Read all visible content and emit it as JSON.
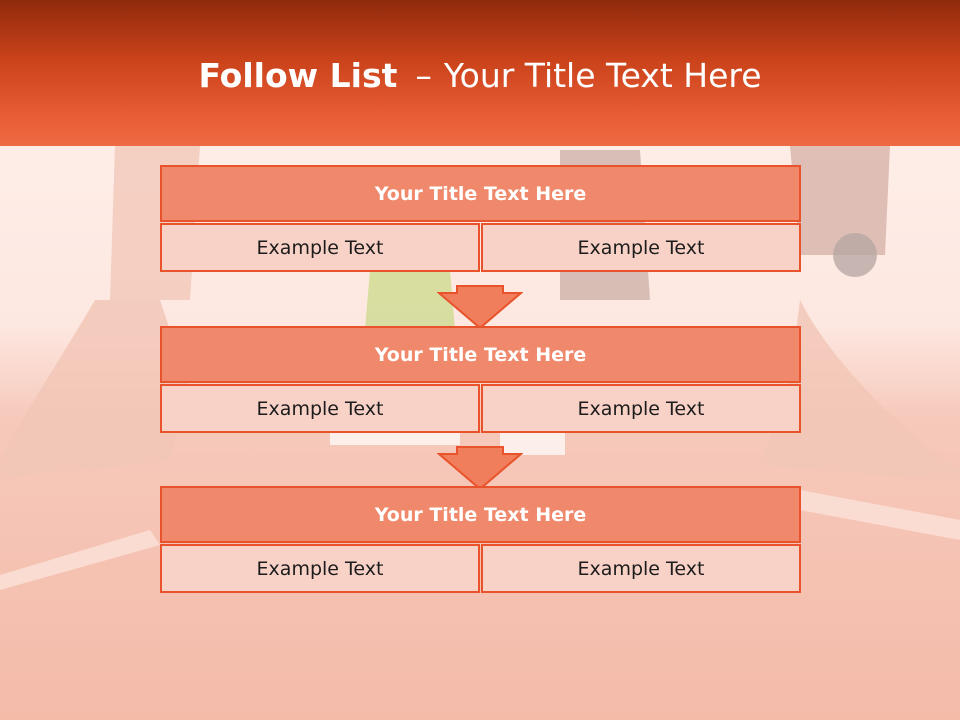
{
  "slide": {
    "title_bold": "Follow List",
    "title_dash": "–",
    "title_rest": "Your Title Text Here"
  },
  "blocks": [
    {
      "heading": "Your Title Text Here",
      "left": "Example Text",
      "right": "Example Text"
    },
    {
      "heading": "Your Title Text Here",
      "left": "Example Text",
      "right": "Example Text"
    },
    {
      "heading": "Your Title Text Here",
      "left": "Example Text",
      "right": "Example Text"
    }
  ],
  "colors": {
    "header": "#c9421a",
    "accent_border": "#e8532b",
    "block_heading_fill": "#f0896b",
    "cell_fill": "#f9d2c7",
    "arrow_fill": "#f07d5c"
  },
  "background": {
    "description_icon": "sprinter-start-photo"
  }
}
